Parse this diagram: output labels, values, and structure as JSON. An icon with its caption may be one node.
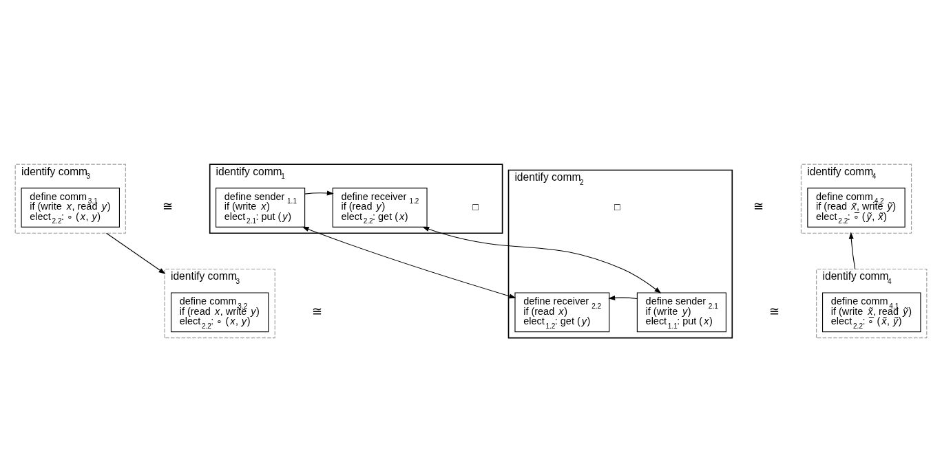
{
  "diagram": {
    "nodes": [
      {
        "text": [
          "identify comm$_{3}$"
        ]
      },
      {
        "text": [
          "define comm$_{3.1}$",
          "if (write *x*, read *y*)",
          "elect$_{2.2}$: ∘ (*x*, *y*)"
        ],
        "in": 0
      },
      {
        "text": [
          "identify comm$_{1}$"
        ]
      },
      {
        "text": [
          "define sender$_{1.1}$",
          "if (write *x*)",
          "elect$_{2.1}$: put (*y*)"
        ],
        "in": 2
      },
      {
        "text": [
          "define receiver$_{1.2}$",
          "if (read *y*)",
          "elect$_{2.2}$: get (*x*)"
        ],
        "in": 2
      },
      {
        "text": [
          "identify comm$_{4}$"
        ]
      },
      {
        "text": [
          "define comm$_{4.2}$",
          "if (read *x̃*, write *ỹ*)",
          "elect$_{2.2}$: ∘̅ (*ỹ*, *x̃*)"
        ],
        "in": 5
      },
      {
        "text": [
          "identify comm$_{3}$"
        ]
      },
      {
        "text": [
          "define comm$_{3.2}$",
          "if (read *x*, write *y*)",
          "elect$_{2.2}$: ∘ (*x*, *y*)"
        ],
        "in": 7
      },
      {
        "text": [
          "identify comm$_{2}$"
        ]
      },
      {
        "text": [
          "define receiver$_{2.2}$",
          "if (read *x*)",
          "elect$_{1.2}$: get (*y*)"
        ],
        "in": 9
      },
      {
        "text": [
          "define sender$_{2.1}$",
          "if (write *y*)",
          "elect$_{1.1}$: put (*x*)"
        ],
        "in": 9
      },
      {
        "text": [
          "identify comm$_{4}$"
        ]
      },
      {
        "text": [
          "define comm$_{4.1}$",
          "if (write *x̃*, read *ỹ*)",
          "elect$_{2.2}$: ∘̅ (*x̃*, *ỹ*)"
        ],
        "in": 12
      }
    ],
    "edges": [
      {
        "from": 3,
        "to": 4,
        "arrow": "to"
      },
      {
        "from": 1,
        "to": 8,
        "arrow": "to"
      },
      {
        "from": 3,
        "to": 10,
        "arrow": "both"
      },
      {
        "from": 4,
        "to": 11,
        "arrow": "both"
      },
      {
        "from": 13,
        "to": 6,
        "arrow": "to"
      },
      {
        "from": 11,
        "to": 10,
        "arrow": "to"
      }
    ],
    "labels": [
      "≅",
      "□",
      "≅",
      "≅",
      "□",
      "≅"
    ]
  }
}
